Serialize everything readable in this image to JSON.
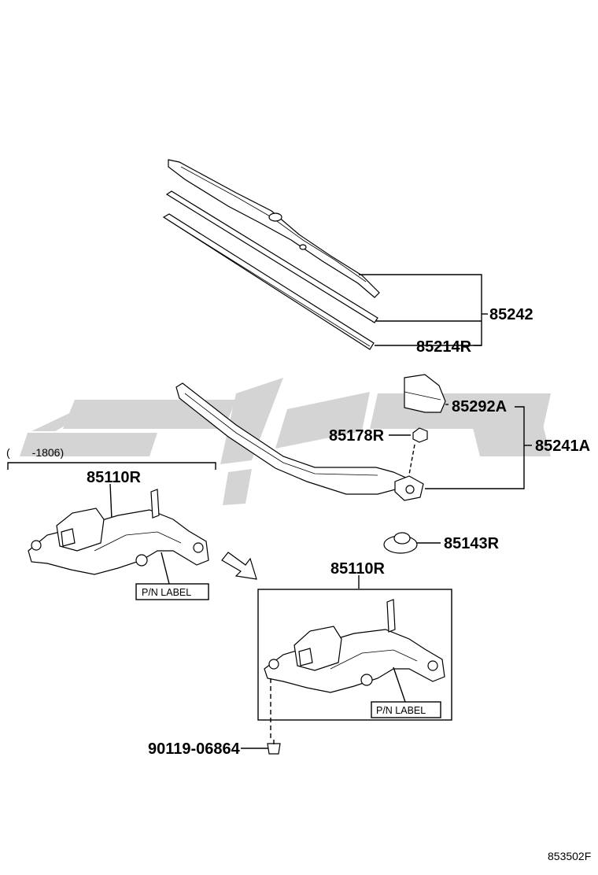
{
  "parts": {
    "p85242": "85242",
    "p85214R": "85214R",
    "p85292A": "85292A",
    "p85178R": "85178R",
    "p85241A": "85241A",
    "p85110R_old": "85110R",
    "p85143R": "85143R",
    "p85110R_new": "85110R",
    "p90119": "90119-06864"
  },
  "applicability": "(　　-1806)",
  "pn_label_left": "P/N LABEL",
  "pn_label_right": "P/N LABEL",
  "diagram_code": "853502F",
  "colors": {
    "line": "#000000",
    "watermark": "#d0d0d0"
  }
}
